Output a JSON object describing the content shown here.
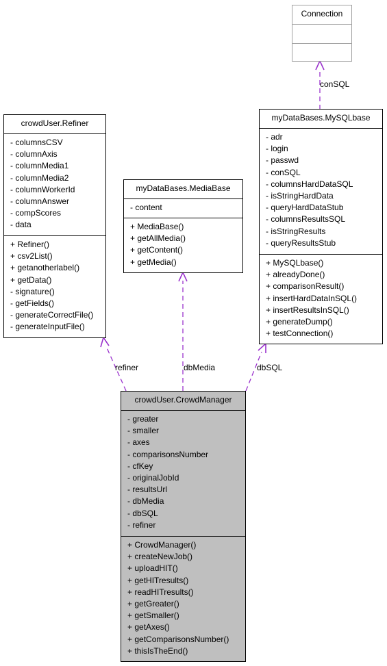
{
  "classes": {
    "connection": {
      "name": "Connection",
      "attributes": [],
      "methods": []
    },
    "refiner": {
      "name": "crowdUser.Refiner",
      "attributes": [
        "- columnsCSV",
        "- columnAxis",
        "- columnMedia1",
        "- columnMedia2",
        "- columnWorkerId",
        "- columnAnswer",
        "- compScores",
        "- data"
      ],
      "methods": [
        "+ Refiner()",
        "+ csv2List()",
        "+ getanotherlabel()",
        "+ getData()",
        "- signature()",
        "- getFields()",
        "- generateCorrectFile()",
        "- generateInputFile()"
      ]
    },
    "mediabase": {
      "name": "myDataBases.MediaBase",
      "attributes": [
        "- content"
      ],
      "methods": [
        "+ MediaBase()",
        "+ getAllMedia()",
        "+ getContent()",
        "+ getMedia()"
      ]
    },
    "mysqlbase": {
      "name": "myDataBases.MySQLbase",
      "attributes": [
        "- adr",
        "- login",
        "- passwd",
        "- conSQL",
        "- columnsHardDataSQL",
        "- isStringHardData",
        "- queryHardDataStub",
        "- columnsResultsSQL",
        "- isStringResults",
        "- queryResultsStub"
      ],
      "methods": [
        "+ MySQLbase()",
        "+ alreadyDone()",
        "+ comparisonResult()",
        "+ insertHardDataInSQL()",
        "+ insertResultsInSQL()",
        "+ generateDump()",
        "+ testConnection()"
      ]
    },
    "crowdmanager": {
      "name": "crowdUser.CrowdManager",
      "attributes": [
        "- greater",
        "- smaller",
        "- axes",
        "- comparisonsNumber",
        "- cfKey",
        "- originalJobId",
        "- resultsUrl",
        "- dbMedia",
        "- dbSQL",
        "- refiner"
      ],
      "methods": [
        "+ CrowdManager()",
        "+ createNewJob()",
        "+ uploadHIT()",
        "+ getHITresults()",
        "+ readHITresults()",
        "+ getGreater()",
        "+ getSmaller()",
        "+ getAxes()",
        "+ getComparisonsNumber()",
        "+ thisIsTheEnd()"
      ]
    }
  },
  "edges": {
    "con_sql": "conSQL",
    "refiner": "refiner",
    "db_media": "dbMedia",
    "db_sql": "dbSQL"
  },
  "colors": {
    "edge": "#9a32cd",
    "highlight_fill": "#bfbfbf",
    "ghost_border": "#a0a0a0"
  }
}
